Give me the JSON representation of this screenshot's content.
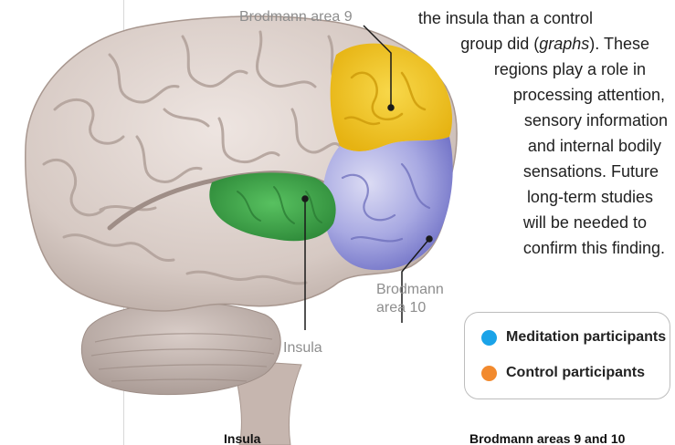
{
  "labels": {
    "brodmann9": "Brodmann area 9",
    "brodmann10_line1": "Brodmann",
    "brodmann10_line2": "area 10",
    "insula": "Insula"
  },
  "body_text": {
    "lines": [
      "the insula than a control",
      "group did (",
      "graphs",
      "). These",
      "regions play a role in",
      "processing attention,",
      "sensory information",
      "and internal bodily",
      "sensations. Future",
      "long-term studies",
      "will be needed to",
      "confirm this finding."
    ]
  },
  "legend": {
    "items": [
      {
        "label": "Meditation participants",
        "color": "#1aa3e8"
      },
      {
        "label": "Control participants",
        "color": "#f28a2e"
      }
    ]
  },
  "footer": {
    "left_title": "Insula",
    "right_title": "Brodmann areas 9 and 10"
  },
  "colors": {
    "brain": "#ddd2cd",
    "brain_shadow": "#b8aaa3",
    "insula": "#3fa64a",
    "area9": "#f4c21c",
    "area10": "#8f90d6",
    "leader": "#1a1a1a"
  }
}
